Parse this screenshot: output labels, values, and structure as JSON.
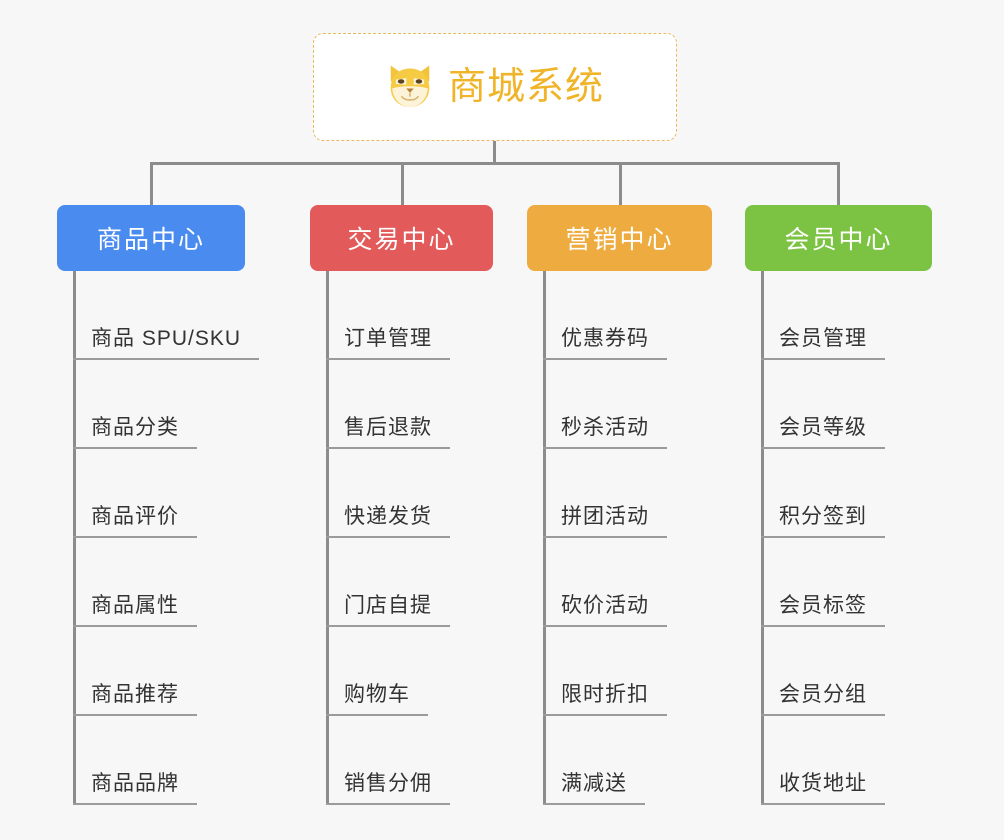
{
  "diagram": {
    "type": "mindmap-tree",
    "background_color": "#f7f7f7",
    "connector_color": "#8c8c8c",
    "root": {
      "label": "商城系统",
      "icon": "shiba-dog-face-icon",
      "text_color": "#f0b429",
      "border_color": "#e9b95e",
      "background_color": "#ffffff"
    },
    "categories": [
      {
        "label": "商品中心",
        "color": "#4a8bf0",
        "items": [
          "商品 SPU/SKU",
          "商品分类",
          "商品评价",
          "商品属性",
          "商品推荐",
          "商品品牌"
        ]
      },
      {
        "label": "交易中心",
        "color": "#e25a5a",
        "items": [
          "订单管理",
          "售后退款",
          "快递发货",
          "门店自提",
          "购物车",
          "销售分佣"
        ]
      },
      {
        "label": "营销中心",
        "color": "#eeab3f",
        "items": [
          "优惠券码",
          "秒杀活动",
          "拼团活动",
          "砍价活动",
          "限时折扣",
          "满减送"
        ]
      },
      {
        "label": "会员中心",
        "color": "#7cc243",
        "items": [
          "会员管理",
          "会员等级",
          "积分签到",
          "会员标签",
          "会员分组",
          "收货地址"
        ]
      }
    ]
  }
}
